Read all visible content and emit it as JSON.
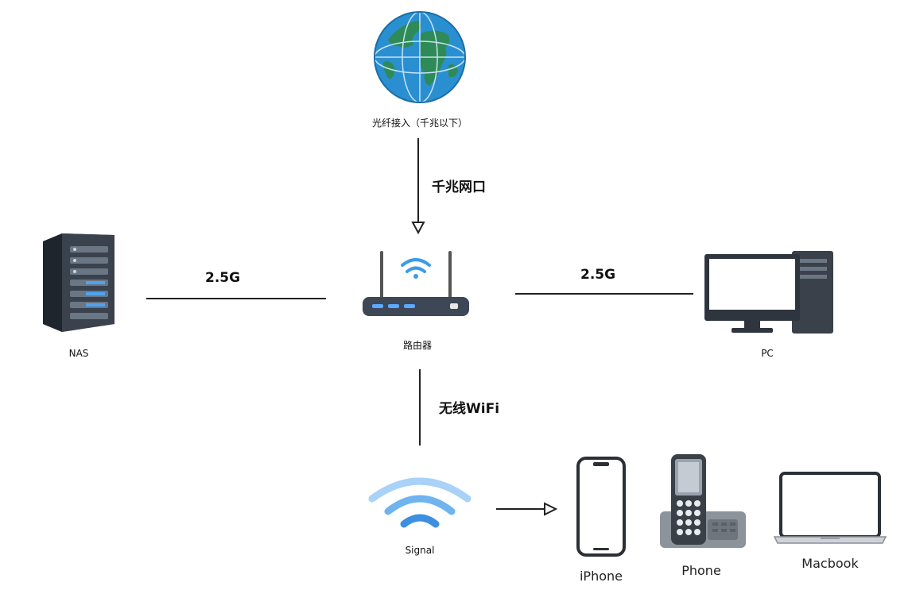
{
  "internet": {
    "label": "光纤接入（千兆以下）",
    "icon": "globe-icon"
  },
  "links": {
    "uplink": "千兆网口",
    "nas_link": "2.5G",
    "pc_link": "2.5G",
    "wireless": "无线WiFi"
  },
  "router": {
    "label": "路由器",
    "icon": "router-icon"
  },
  "nas": {
    "label": "NAS",
    "icon": "server-rack-icon"
  },
  "pc": {
    "label": "PC",
    "icon": "desktop-computer-icon"
  },
  "signal": {
    "label": "Signal",
    "icon": "wifi-signal-icon"
  },
  "devices": [
    {
      "label": "iPhone",
      "icon": "smartphone-icon"
    },
    {
      "label": "Phone",
      "icon": "cordless-phone-icon"
    },
    {
      "label": "Macbook",
      "icon": "laptop-icon"
    }
  ],
  "colors": {
    "ocean": "#1e88c9",
    "land": "#2e8b57",
    "wifi": "#4aa3e8",
    "router_led": "#3b82f6"
  }
}
